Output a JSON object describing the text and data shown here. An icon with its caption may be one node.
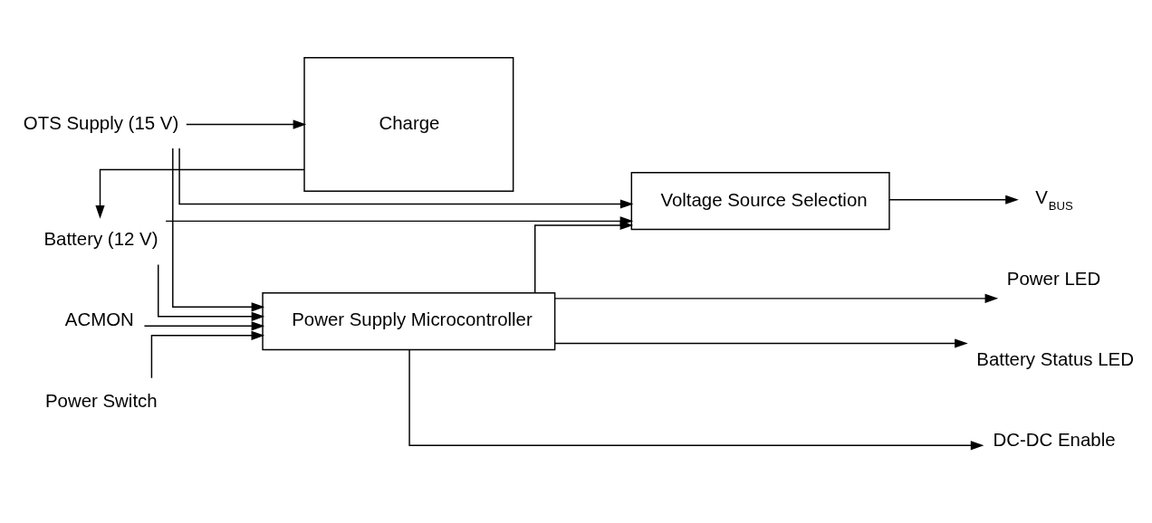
{
  "diagram": {
    "nodes": [
      {
        "text": [
          "OTS Supply (15 V)"
        ]
      },
      {
        "text": [
          "Battery (12 V)"
        ]
      },
      {
        "text": [
          "Voltage Source Selection"
        ]
      },
      {
        "text": [
          "V$_{BUS}$"
        ]
      },
      {
        "text": [
          "Charge"
        ]
      },
      {
        "text": [
          "Power Supply Microcontroller"
        ]
      },
      {
        "text": [
          "Power LED"
        ]
      },
      {
        "text": [
          "Battery Status LED"
        ]
      },
      {
        "text": [
          "ACMON"
        ]
      },
      {
        "text": [
          "Power Switch"
        ]
      },
      {
        "text": [
          "DC-DC Enable"
        ]
      }
    ],
    "edges": [
      {
        "from": 0,
        "to": 2,
        "arrow": "to"
      },
      {
        "from": 1,
        "to": 2,
        "arrow": "to"
      },
      {
        "from": 4,
        "to": 1,
        "arrow": "to"
      },
      {
        "from": 0,
        "to": 4,
        "arrow": "to"
      },
      {
        "from": 1,
        "to": 5,
        "arrow": "to"
      },
      {
        "from": 0,
        "to": 5,
        "arrow": "to"
      },
      {
        "from": 8,
        "to": 5,
        "arrow": "to"
      },
      {
        "from": 9,
        "to": 5,
        "arrow": "to"
      },
      {
        "from": 5,
        "to": 2,
        "arrow": "to"
      },
      {
        "from": 2,
        "to": 3,
        "arrow": "to"
      },
      {
        "from": 5,
        "to": 6,
        "arrow": "to"
      },
      {
        "from": 5,
        "to": 7,
        "arrow": "to"
      },
      {
        "from": 5,
        "to": 10,
        "arrow": "to"
      }
    ]
  }
}
